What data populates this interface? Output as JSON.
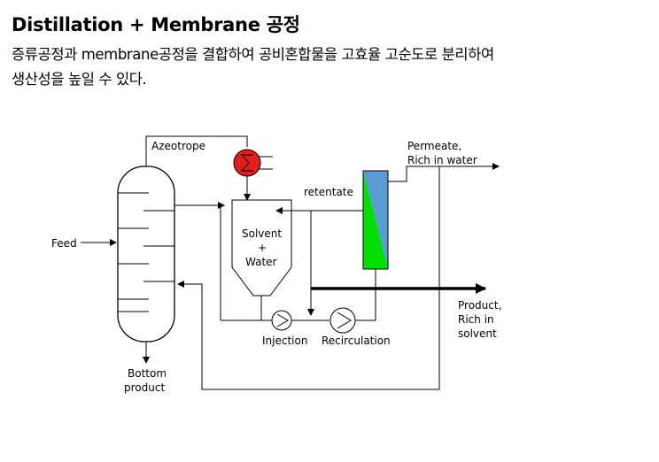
{
  "title": "Distillation + Membrane 공정",
  "description": {
    "line1": "증류공정과 membrane공정을 결합하여 공비혼합물을 고효율 고순도로 분리하여",
    "line2": "생산성을 높일 수 있다."
  },
  "diagram": {
    "labels": {
      "azeotrope": "Azeotrope",
      "feed": "Feed",
      "bottom_product_1": "Bottom",
      "bottom_product_2": "product",
      "retentate": "retentate",
      "solvent_1": "Solvent",
      "solvent_2": "+",
      "solvent_3": "Water",
      "permeate_1": "Permeate,",
      "permeate_2": "Rich in water",
      "product_1": "Product,",
      "product_2": "Rich in",
      "product_3": "solvent",
      "injection": "Injection",
      "recirculation": "Recirculation"
    },
    "colors": {
      "condenser": "#e31c1c",
      "membrane_top": "#5b9bd5",
      "membrane_bottom": "#00e000",
      "line": "#000000"
    },
    "icons": [
      "condenser-icon",
      "pump-icon"
    ]
  }
}
